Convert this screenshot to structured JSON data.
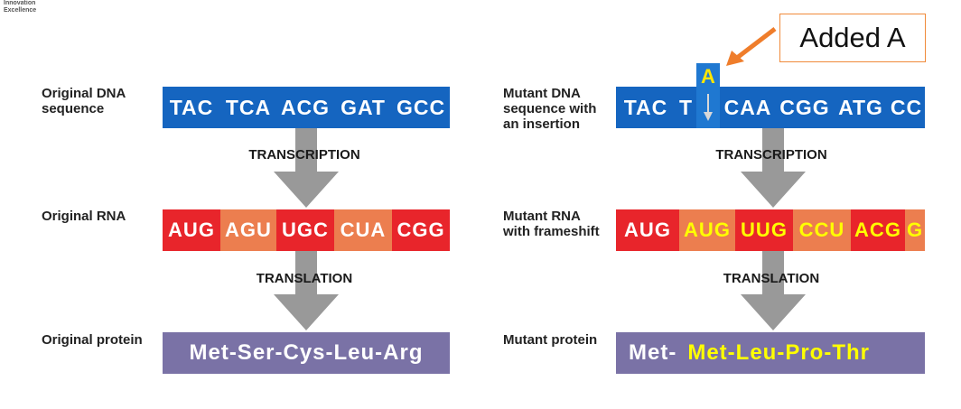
{
  "logo": {
    "line1": "Innovation",
    "line2": "Excellence"
  },
  "left": {
    "dna_label": "Original DNA\nsequence",
    "dna_cells": [
      "TAC",
      "TCA",
      "ACG",
      "GAT",
      "GCC"
    ],
    "transcription": "TRANSCRIPTION",
    "rna_label": "Original RNA",
    "rna_cells": [
      {
        "text": "AUG",
        "color": "#e8252b"
      },
      {
        "text": "AGU",
        "color": "#ec7e4f"
      },
      {
        "text": "UGC",
        "color": "#e8252b"
      },
      {
        "text": "CUA",
        "color": "#ec7e4f"
      },
      {
        "text": "CGG",
        "color": "#e8252b"
      }
    ],
    "translation": "TRANSLATION",
    "protein_label": "Original protein",
    "protein": "Met-Ser-Cys-Leu-Arg"
  },
  "right": {
    "dna_label": "Mutant DNA\nsequence with\nan insertion",
    "dna_cells": [
      "TAC",
      "T",
      "CAA",
      "CGG",
      "ATG",
      "CC"
    ],
    "inserted": "A",
    "callout": "Added A",
    "transcription": "TRANSCRIPTION",
    "rna_label": "Mutant RNA\nwith frameshift",
    "rna_cells": [
      {
        "text": "AUG",
        "color": "#e8252b",
        "yellow": false
      },
      {
        "text": "AUG",
        "color": "#ec7e4f",
        "yellow": true
      },
      {
        "text": "UUG",
        "color": "#e8252b",
        "yellow": true
      },
      {
        "text": "CCU",
        "color": "#ec7e4f",
        "yellow": true
      },
      {
        "text": "ACG",
        "color": "#e8252b",
        "yellow": true
      },
      {
        "text": "G",
        "color": "#ec7e4f",
        "yellow": true
      }
    ],
    "translation": "TRANSLATION",
    "protein_label": "Mutant protein",
    "protein_prefix": "Met-",
    "protein_changed": "Met-Leu-Pro-Thr"
  },
  "colors": {
    "dna": "#1565c0",
    "rna_dark": "#e8252b",
    "rna_light": "#ec7e4f",
    "protein": "#7a72a6",
    "arrow": "#999999",
    "callout_border": "#f08a3a",
    "highlight": "#ffff00"
  }
}
